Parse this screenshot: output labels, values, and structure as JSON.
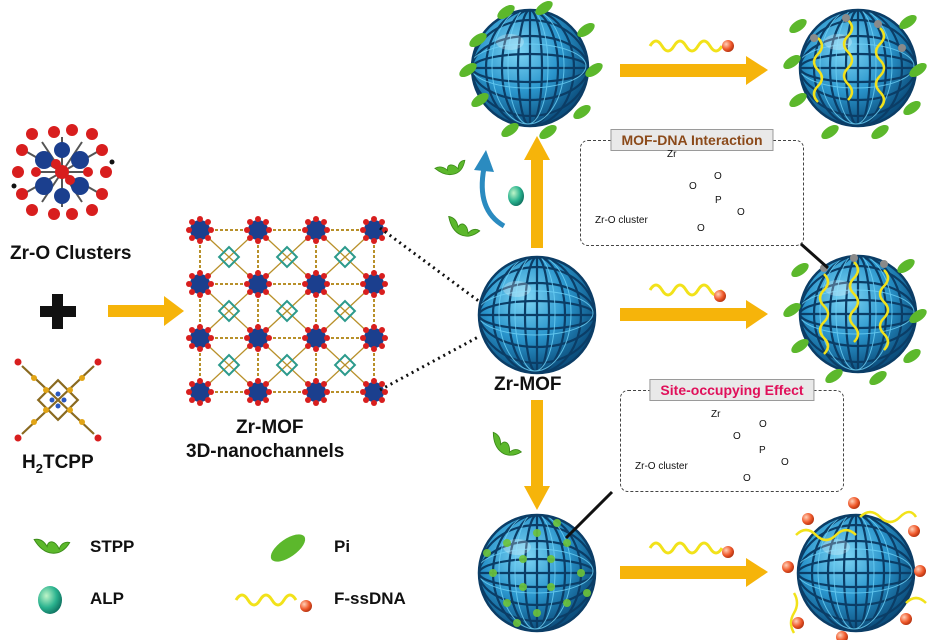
{
  "labels": {
    "zr_o_clusters": "Zr-O Clusters",
    "plus": "+",
    "h2tcpp_h": "H",
    "h2tcpp_sub": "2",
    "h2tcpp_rest": "TCPP",
    "framework_line1": "Zr-MOF",
    "framework_line2": "3D-nanochannels",
    "center_mof": "Zr-MOF"
  },
  "boxes": {
    "interaction": {
      "title": "MOF-DNA Interaction",
      "title_color": "#8B4A1A",
      "cluster_label": "Zr-O cluster",
      "zr": "Zr",
      "o1": "O",
      "o2": "O",
      "o3": "O",
      "o4": "O",
      "p": "P"
    },
    "site": {
      "title": "Site-occupying Effect",
      "title_color": "#E0105A",
      "cluster_label": "Zr-O cluster",
      "zr": "Zr",
      "o1": "O",
      "o2": "O",
      "o3": "O",
      "o4": "O",
      "p": "P"
    }
  },
  "legend": {
    "stpp": "STPP",
    "pi": "Pi",
    "alp": "ALP",
    "fssdna": "F-ssDNA"
  },
  "colors": {
    "arrow": "#F6B40A",
    "mof_blue": "#1F7FB8",
    "mof_light": "#39B4E6",
    "green": "#5CB82C",
    "dna_yellow": "#F2E21A",
    "red_bead": "#E84B2C",
    "cluster_red": "#D81E1E",
    "cluster_blue": "#1B3F8E",
    "cyan_arrow": "#1E9EE0"
  }
}
